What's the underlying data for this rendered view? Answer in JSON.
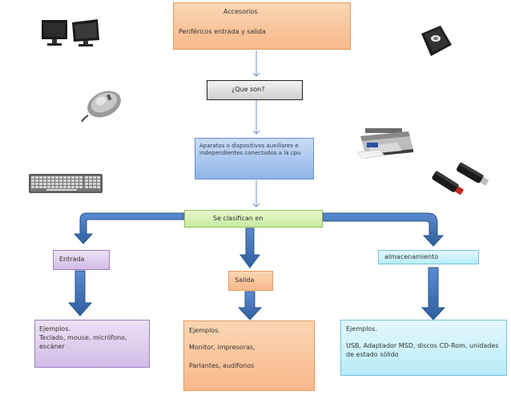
{
  "top": {
    "title": "Accesorios",
    "subtitle": "Periféricos entrada y salida"
  },
  "question": "¿Que son?",
  "definition": "Aparatos o dispositivos auxiliares e independientes conectados a la cpu",
  "classify": "Se clasifican en",
  "categories": {
    "entrada": "Entrada",
    "salida": "Salida",
    "almacenamiento": "almacenamiento"
  },
  "examples": {
    "entrada": {
      "label": "Ejemplos.",
      "text": "Teclado, mouse, micrófono, escáner"
    },
    "salida": {
      "label": "Ejemplos.",
      "line1": "Monitor, impresoras,",
      "line2": "Parlantes, audífonos"
    },
    "almacenamiento": {
      "label": "Ejemplos.",
      "text": "USB, Adaptador MSD, discos CD-Rom, unidades de estado sólido"
    }
  },
  "icons": [
    "monitors-icon",
    "router-icon",
    "mouse-icon",
    "printer-icon",
    "keyboard-icon",
    "usb-drives-icon"
  ]
}
